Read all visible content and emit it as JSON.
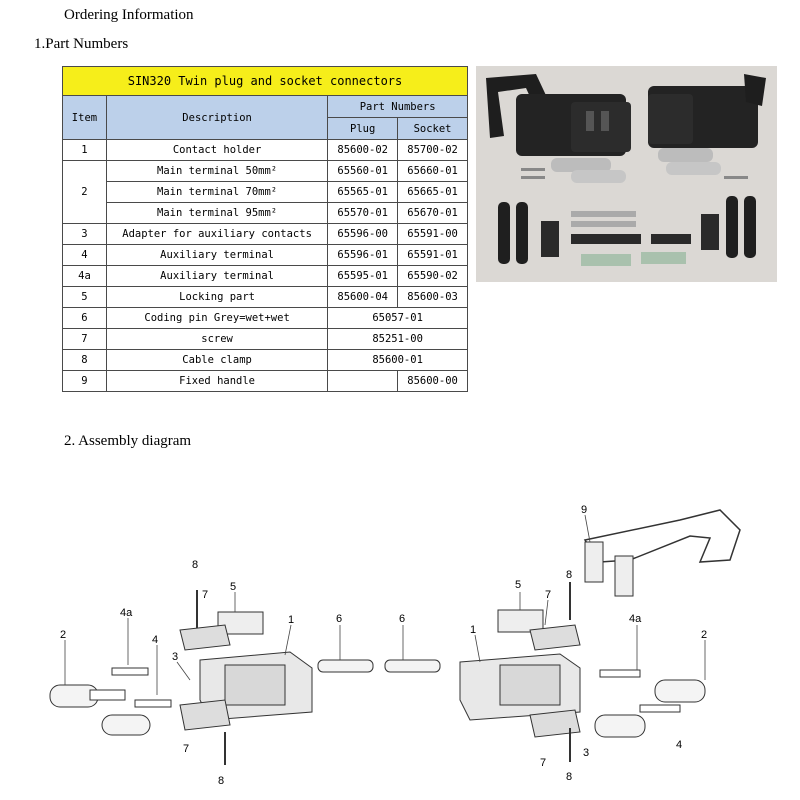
{
  "headings": {
    "ordering": "Ordering Information",
    "part_numbers": "1.Part Numbers",
    "assembly": "2. Assembly diagram"
  },
  "table": {
    "title": "SIN320 Twin plug and socket connectors",
    "col_item": "Item",
    "col_description": "Description",
    "col_part_numbers": "Part Numbers",
    "col_plug": "Plug",
    "col_socket": "Socket",
    "rows": [
      {
        "item": "1",
        "description": "Contact holder",
        "plug": "85600-02",
        "socket": "85700-02"
      },
      {
        "item": "2",
        "description": "Main terminal 50mm²",
        "plug": "65560-01",
        "socket": "65660-01"
      },
      {
        "description": "Main terminal 70mm²",
        "plug": "65565-01",
        "socket": "65665-01"
      },
      {
        "description": "Main terminal 95mm²",
        "plug": "65570-01",
        "socket": "65670-01"
      },
      {
        "item": "3",
        "description": "Adapter for auxiliary contacts",
        "plug": "65596-00",
        "socket": "65591-00"
      },
      {
        "item": "4",
        "description": "Auxiliary terminal",
        "plug": "65596-01",
        "socket": "65591-01"
      },
      {
        "item": "4a",
        "description": "Auxiliary terminal",
        "plug": "65595-01",
        "socket": "65590-02"
      },
      {
        "item": "5",
        "description": "Locking part",
        "plug": "85600-04",
        "socket": "85600-03"
      },
      {
        "item": "6",
        "description": "Coding pin Grey=wet+wet",
        "both": "65057-01"
      },
      {
        "item": "7",
        "description": "screw",
        "both": "85251-00"
      },
      {
        "item": "8",
        "description": "Cable clamp",
        "both": "85600-01"
      },
      {
        "item": "9",
        "description": "Fixed handle",
        "socket": "85600-00"
      }
    ]
  },
  "diagram_labels": {
    "l1": "1",
    "l2": "2",
    "l3": "3",
    "l4": "4",
    "l4a": "4a",
    "l5": "5",
    "l6": "6",
    "l7": "7",
    "l8": "8",
    "l9": "9"
  },
  "colors": {
    "title_bg": "#f6ee1a",
    "header_bg": "#bcd0ea"
  }
}
